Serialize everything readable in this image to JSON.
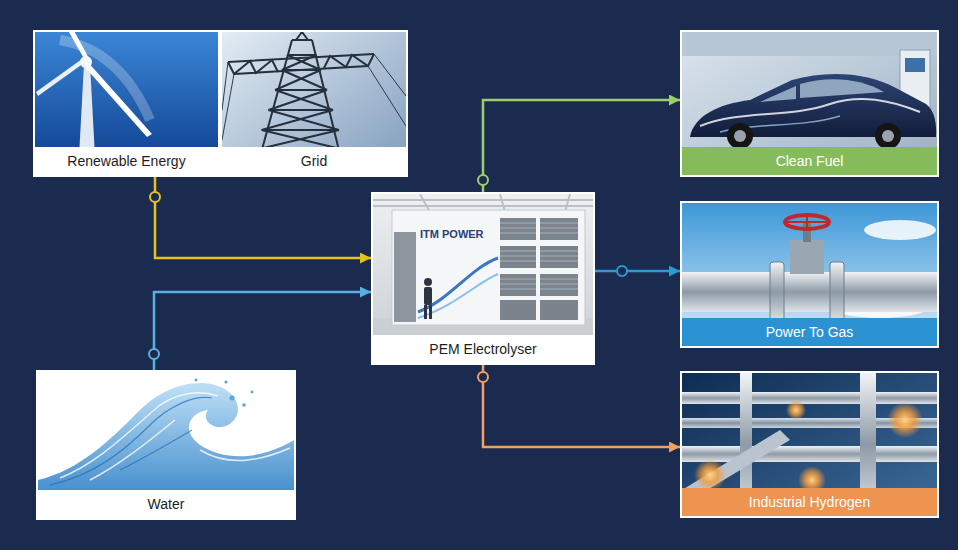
{
  "diagram": {
    "nodes": [
      {
        "text": [
          "Renewable Energy"
        ]
      },
      {
        "text": [
          "Grid"
        ]
      },
      {
        "text": [
          "Water"
        ]
      },
      {
        "text": [
          "PEM Electrolyser"
        ]
      },
      {
        "text": [
          "Clean Fuel"
        ]
      },
      {
        "text": [
          "Power To Gas"
        ]
      },
      {
        "text": [
          "Industrial Hydrogen"
        ]
      }
    ],
    "edges": [
      {
        "from": 0,
        "to": 3,
        "arrow": "to"
      },
      {
        "from": 2,
        "to": 3,
        "arrow": "to"
      },
      {
        "from": 3,
        "to": 4,
        "arrow": "to"
      },
      {
        "from": 3,
        "to": 5,
        "arrow": "to"
      },
      {
        "from": 3,
        "to": 6,
        "arrow": "to"
      }
    ],
    "labels": [
      "ITM POWER"
    ]
  }
}
